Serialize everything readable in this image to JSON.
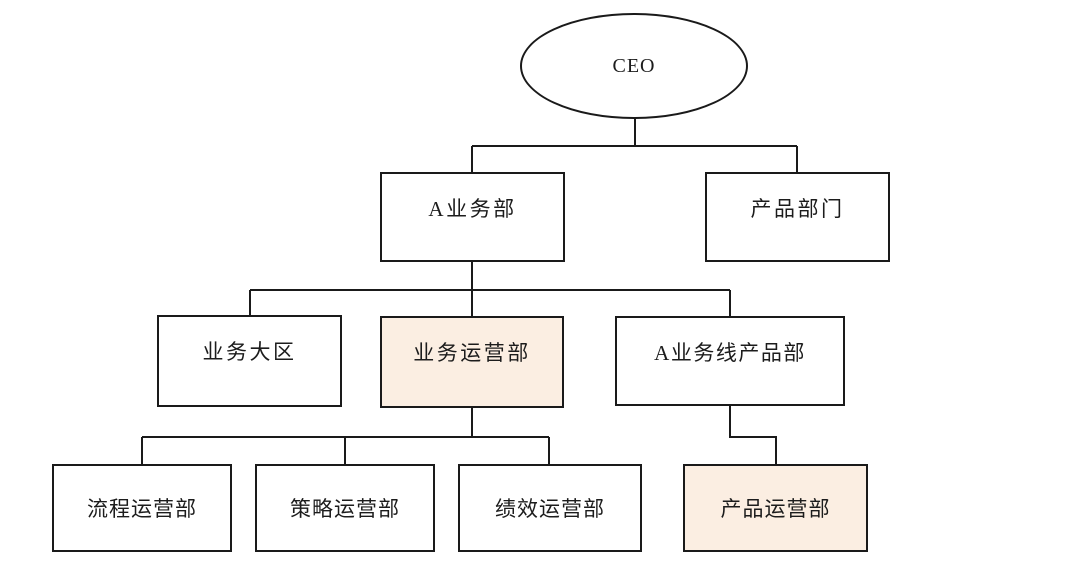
{
  "diagram": {
    "type": "org-chart",
    "colors": {
      "background": "#ffffff",
      "border": "#1a1a1a",
      "line": "#1a1a1a",
      "node_fill": "#ffffff",
      "highlight_fill": "#fbeee2",
      "text": "#1c1c1c"
    },
    "nodes": {
      "ceo": {
        "label": "CEO",
        "shape": "ellipse",
        "highlighted": false
      },
      "a_business_dept": {
        "label": "A业务部",
        "shape": "rect",
        "highlighted": false
      },
      "product_division": {
        "label": "产品部门",
        "shape": "rect",
        "highlighted": false
      },
      "business_region": {
        "label": "业务大区",
        "shape": "rect",
        "highlighted": false
      },
      "business_operations": {
        "label": "业务运营部",
        "shape": "rect",
        "highlighted": true
      },
      "a_line_product_dept": {
        "label": "A业务线产品部",
        "shape": "rect",
        "highlighted": false
      },
      "process_operations": {
        "label": "流程运营部",
        "shape": "rect",
        "highlighted": false
      },
      "strategy_operations": {
        "label": "策略运营部",
        "shape": "rect",
        "highlighted": false
      },
      "performance_operations": {
        "label": "绩效运营部",
        "shape": "rect",
        "highlighted": false
      },
      "product_operations": {
        "label": "产品运营部",
        "shape": "rect",
        "highlighted": true
      }
    },
    "edges": [
      {
        "from": "ceo",
        "to": "a_business_dept"
      },
      {
        "from": "ceo",
        "to": "product_division"
      },
      {
        "from": "a_business_dept",
        "to": "business_region"
      },
      {
        "from": "a_business_dept",
        "to": "business_operations"
      },
      {
        "from": "a_business_dept",
        "to": "a_line_product_dept"
      },
      {
        "from": "business_operations",
        "to": "process_operations"
      },
      {
        "from": "business_operations",
        "to": "strategy_operations"
      },
      {
        "from": "business_operations",
        "to": "performance_operations"
      },
      {
        "from": "a_line_product_dept",
        "to": "product_operations"
      }
    ]
  }
}
